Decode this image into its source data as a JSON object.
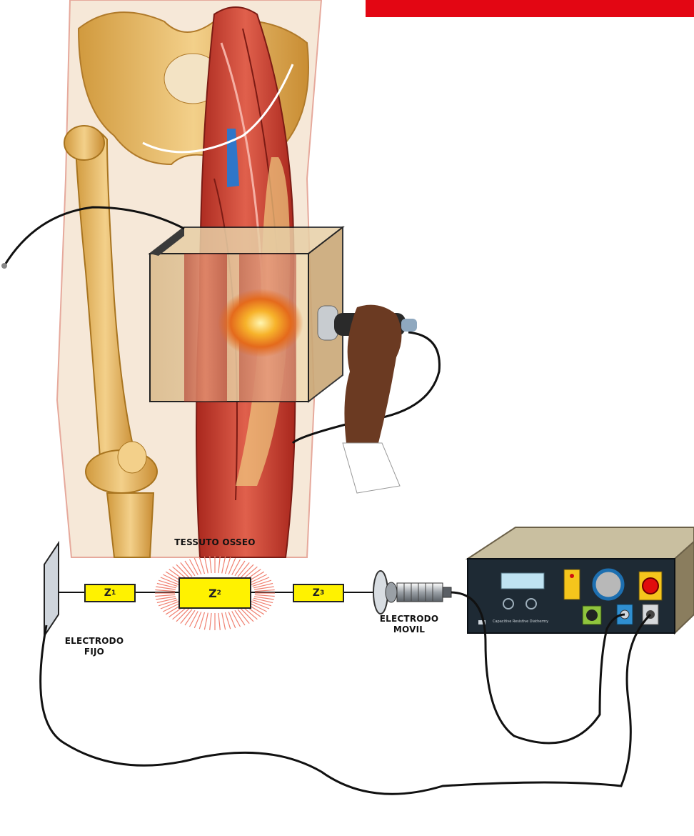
{
  "colors": {
    "banner": "#e30613",
    "impedance_box": "#fff200",
    "bone": "#e8b65a",
    "muscle": "#c8382a",
    "device_panel": "#1e2a34",
    "device_body": "#a89a7a",
    "cable": "#111111"
  },
  "labels": {
    "tissue": "TESSUTO OSSEO",
    "fixed_electrode_line1": "ELECTRODO",
    "fixed_electrode_line2": "FIJO",
    "mobile_electrode_line1": "ELECTRODO",
    "mobile_electrode_line2": "MOVIL"
  },
  "impedances": [
    {
      "id": "z1",
      "label": "Z",
      "sub": "1"
    },
    {
      "id": "z2",
      "label": "Z",
      "sub": "2"
    },
    {
      "id": "z3",
      "label": "Z",
      "sub": "3"
    }
  ],
  "device": {
    "brand_text": "Capacitive Resistive Diathermy",
    "icons": [
      "display-screen",
      "knob-icon",
      "power-button",
      "connector-socket"
    ]
  }
}
